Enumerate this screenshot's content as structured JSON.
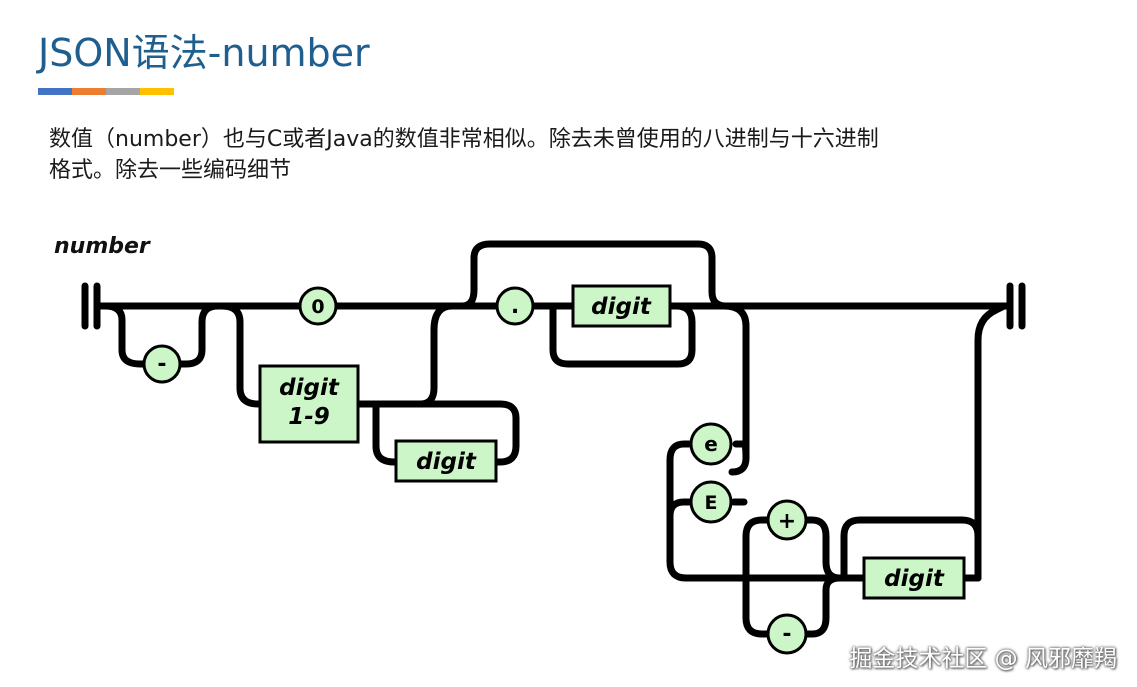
{
  "header": {
    "title": "JSON语法-number",
    "bar_colors": [
      "#4472c4",
      "#ed7d31",
      "#a5a5a5",
      "#ffc000"
    ]
  },
  "description": {
    "line1": "数值（number）也与C或者Java的数值非常相似。除去未曾使用的八进制与十六进制",
    "line2": "格式。除去一些编码细节"
  },
  "diagram": {
    "label": "number",
    "line_color": "#000000",
    "node_fill": "#ccf5c8",
    "nodes": {
      "minus": "-",
      "zero": "0",
      "dot": ".",
      "digit_fraction": "digit",
      "digit19_line1": "digit",
      "digit19_line2": "1-9",
      "digit_integer": "digit",
      "e_lower": "e",
      "e_upper": "E",
      "plus": "+",
      "exp_minus": "-",
      "digit_exponent": "digit"
    }
  },
  "watermark": "掘金技术社区 @ 风邪靡羯"
}
